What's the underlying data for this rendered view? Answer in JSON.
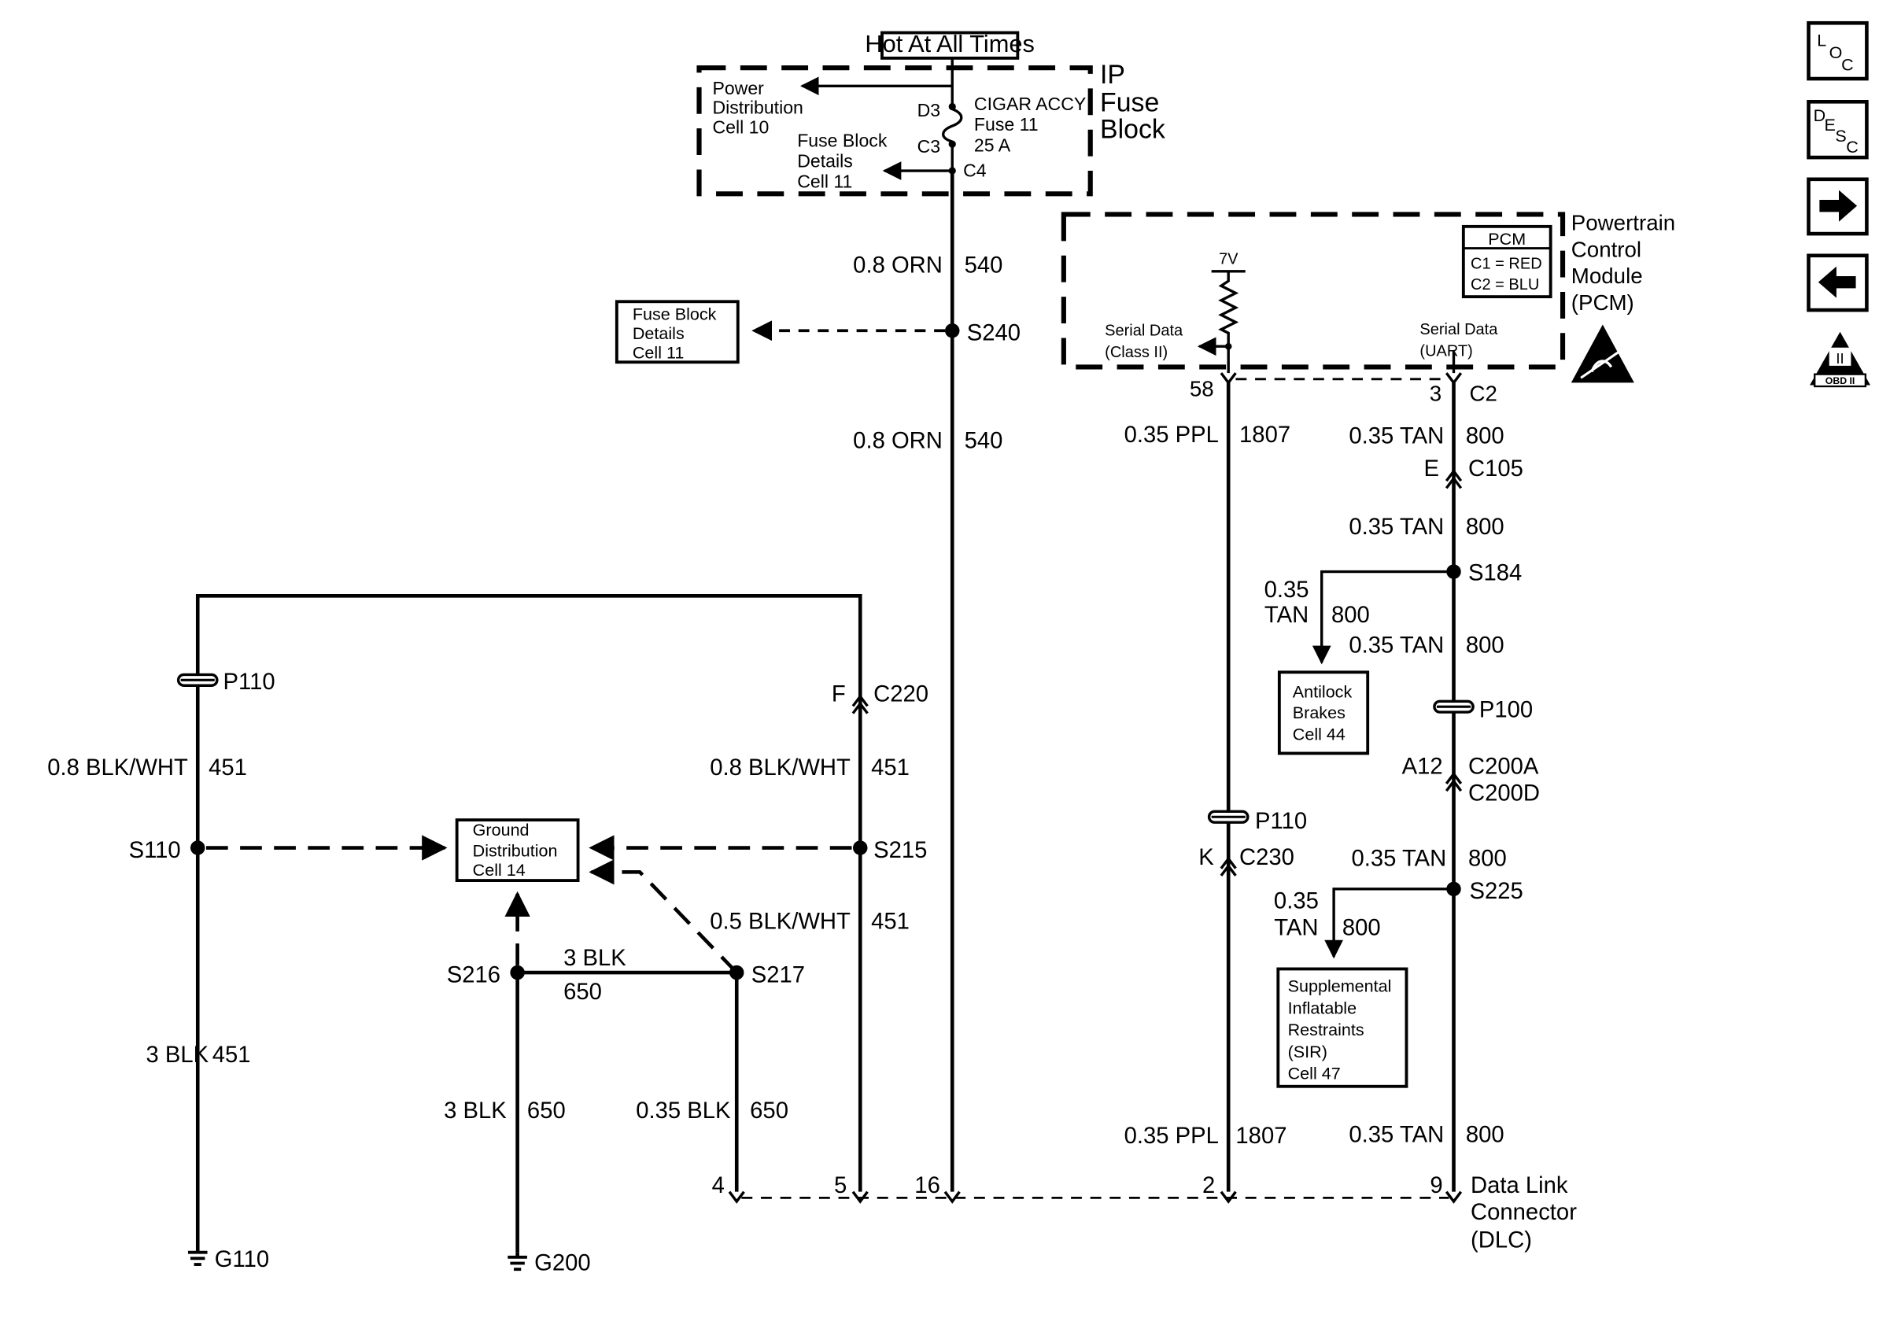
{
  "fuse_block": {
    "hot_label": "Hot At All Times",
    "title": [
      "IP",
      "Fuse",
      "Block"
    ],
    "power_ref": [
      "Power",
      "Distribution",
      "Cell 10"
    ],
    "details_ref": [
      "Fuse Block",
      "Details",
      "Cell 11"
    ],
    "fuse": [
      "CIGAR ACCY",
      "Fuse 11",
      "25 A"
    ],
    "pin_d3": "D3",
    "pin_c3": "C3",
    "pin_c4": "C4"
  },
  "orn_wire": {
    "gauge_color": "0.8 ORN",
    "circuit": "540"
  },
  "s240": {
    "label": "S240",
    "ref": [
      "Fuse Block",
      "Details",
      "Cell 11"
    ]
  },
  "pcm": {
    "title": [
      "Powertrain",
      "Control",
      "Module",
      "(PCM)"
    ],
    "legend_title": "PCM",
    "legend_c1": "C1 = RED",
    "legend_c2": "C2 = BLU",
    "voltage": "7V",
    "serial_class2": [
      "Serial Data",
      "(Class II)"
    ],
    "serial_uart": [
      "Serial Data",
      "(UART)"
    ],
    "pin_58": "58",
    "pin_3": "3",
    "conn_c2": "C2"
  },
  "ppl_wire": {
    "gauge_color": "0.35 PPL",
    "circuit": "1807",
    "p110": "P110",
    "c230_pin": "K",
    "c230": "C230"
  },
  "tan_wire": {
    "gauge_color": "0.35 TAN",
    "circuit": "800",
    "c105_pin": "E",
    "c105": "C105",
    "s184": "S184",
    "branch_gauge": [
      "0.35",
      "TAN"
    ],
    "abs_ref": [
      "Antilock",
      "Brakes",
      "Cell 44"
    ],
    "p100": "P100",
    "c200_pin": "A12",
    "c200a": "C200A",
    "c200d": "C200D",
    "s225": "S225",
    "sir_ref": [
      "Supplemental",
      "Inflatable",
      "Restraints",
      "(SIR)",
      "Cell 47"
    ]
  },
  "ground": {
    "p110": "P110",
    "blkwht_gauge": "0.8 BLK/WHT",
    "blkwht_circuit": "451",
    "blkwht_small_gauge": "0.5 BLK/WHT",
    "c220_pin": "F",
    "c220": "C220",
    "s110": "S110",
    "s215": "S215",
    "gd_ref": [
      "Ground",
      "Distribution",
      "Cell 14"
    ],
    "s216": "S216",
    "s217": "S217",
    "blk3": "3 BLK",
    "circuit_650": "650",
    "blk_small": "0.35 BLK",
    "g110": "G110",
    "g200": "G200"
  },
  "dlc": {
    "title": [
      "Data Link",
      "Connector",
      "(DLC)"
    ],
    "pin_4": "4",
    "pin_5": "5",
    "pin_16": "16",
    "pin_2": "2",
    "pin_9": "9"
  },
  "sidebar": {
    "loc": [
      "L",
      "O",
      "C"
    ],
    "desc": [
      "D",
      "E",
      "S",
      "C"
    ],
    "esd_label": "OBD II",
    "esd_mark": "II"
  }
}
